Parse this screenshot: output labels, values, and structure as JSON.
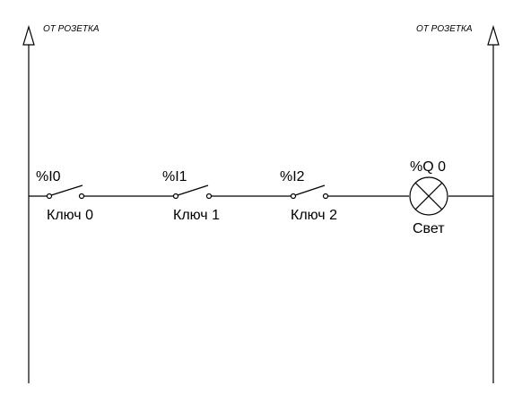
{
  "supply": {
    "left_label": "ОТ РОЗЕТКА",
    "right_label": "ОТ РОЗЕТКА"
  },
  "switches": [
    {
      "address": "%I0",
      "name": "Ключ 0"
    },
    {
      "address": "%I1",
      "name": "Ключ 1"
    },
    {
      "address": "%I2",
      "name": "Ключ 2"
    }
  ],
  "lamp": {
    "address": "%Q 0",
    "name": "Свет"
  }
}
